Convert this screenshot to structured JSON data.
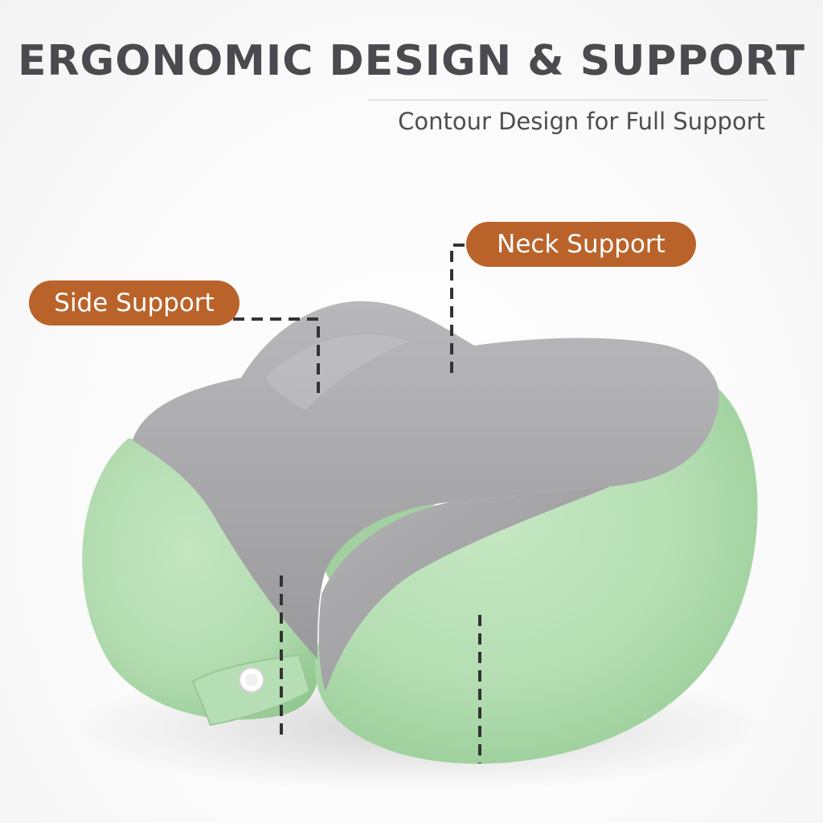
{
  "header": {
    "title": "ERGONOMIC DESIGN & SUPPORT",
    "subtitle": "Contour Design for Full Support"
  },
  "callouts": {
    "side_support": "Side Support",
    "neck_support": "Neck Support"
  },
  "colors": {
    "callout_background": "#b9632a",
    "headline_text": "#4a4a4f",
    "pillow_green": "#b2dcb0",
    "pillow_gray": "#a6a6a8",
    "guide_line": "#333333"
  },
  "icons": {
    "strap_button": "snap-button-icon"
  }
}
